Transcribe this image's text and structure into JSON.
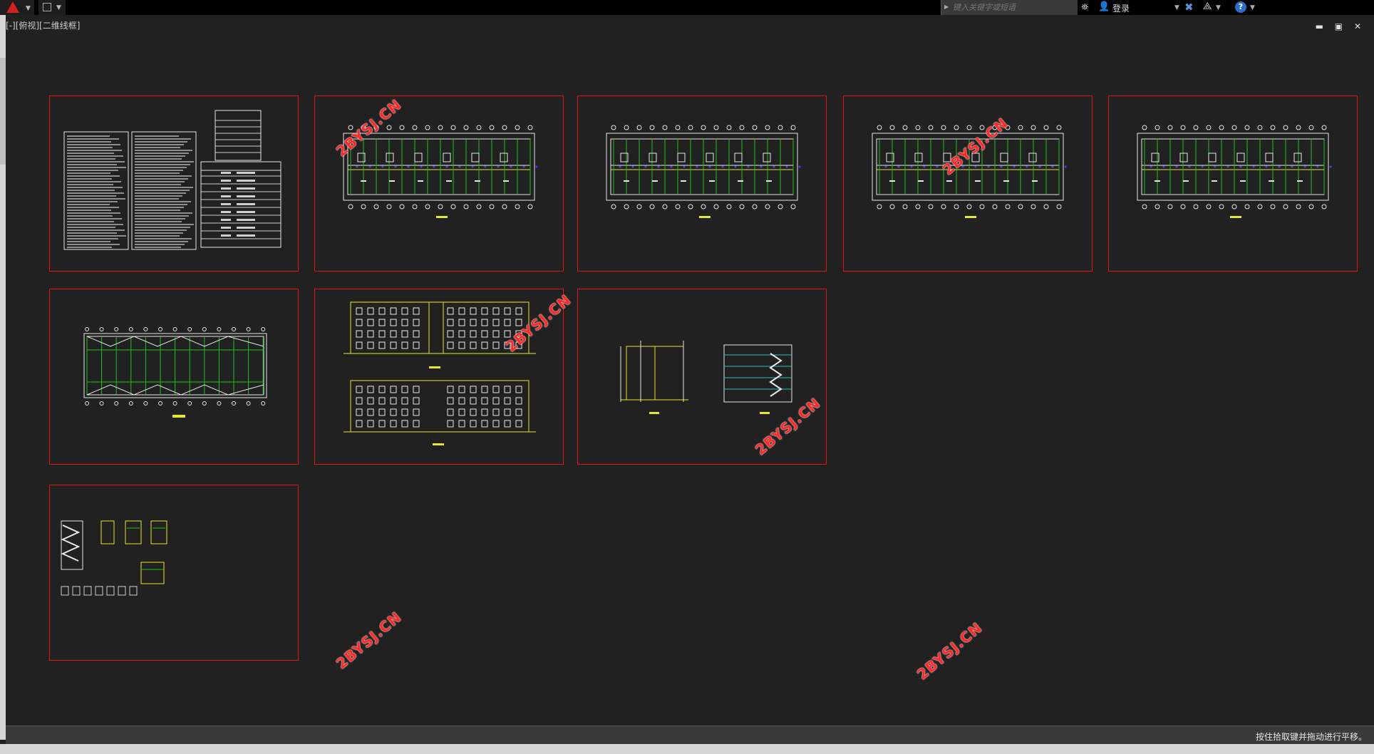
{
  "titlebar": {
    "search_placeholder": "键入关键字或短语",
    "login_label": "登录"
  },
  "viewport": {
    "label": "[-][俯视][二维线框]",
    "window_controls": "▬ ▣ ✕"
  },
  "watermark": "2BYSJ.CN",
  "status": {
    "message": "按住拾取键并拖动进行平移。"
  },
  "colors": {
    "sheet_border": "#e01212",
    "background": "#212121",
    "drawing_green": "#20c020",
    "drawing_yellow": "#e6e62a",
    "drawing_white": "#e8e8e8",
    "watermark": "#ff2a2a"
  }
}
